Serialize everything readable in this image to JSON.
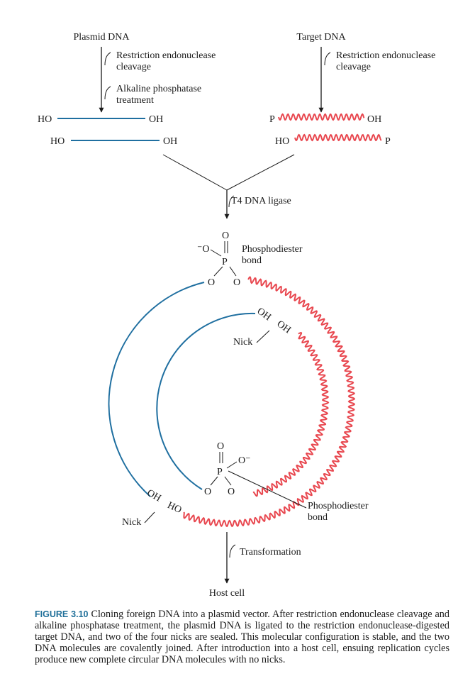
{
  "labels": {
    "plasmid_dna": "Plasmid DNA",
    "target_dna": "Target DNA",
    "restriction_left": [
      "Restriction endonuclease",
      "cleavage"
    ],
    "alkaline": [
      "Alkaline phosphatase",
      "treatment"
    ],
    "restriction_right": [
      "Restriction endonuclease",
      "cleavage"
    ],
    "ho": "HO",
    "oh": "OH",
    "p": "P",
    "t4_ligase": "T4 DNA ligase",
    "o": "O",
    "o_minus_left": "⁻O",
    "o_minus_right": "O⁻",
    "phosphodiester_top": [
      "Phosphodiester",
      "bond"
    ],
    "phosphodiester_bottom": [
      "Phosphodiester",
      "bond"
    ],
    "nick": "Nick",
    "transformation": "Transformation",
    "host_cell": "Host cell"
  },
  "caption": {
    "label": "FIGURE 3.10",
    "text": "Cloning foreign DNA into a plasmid vector. After restriction endonuclease cleavage and alkaline phosphatase treatment, the plasmid DNA is ligated to the restriction endonuclease-digested target DNA, and two of the four nicks are sealed. This molecular configuration is stable, and the two DNA molecules are covalently joined. After introduction into a host cell, ensuing replication cycles produce new complete circular DNA molecules with no nicks."
  },
  "colors": {
    "plasmid": "#1f6fa0",
    "target": "#e8474f",
    "line": "#1a1a1a"
  }
}
